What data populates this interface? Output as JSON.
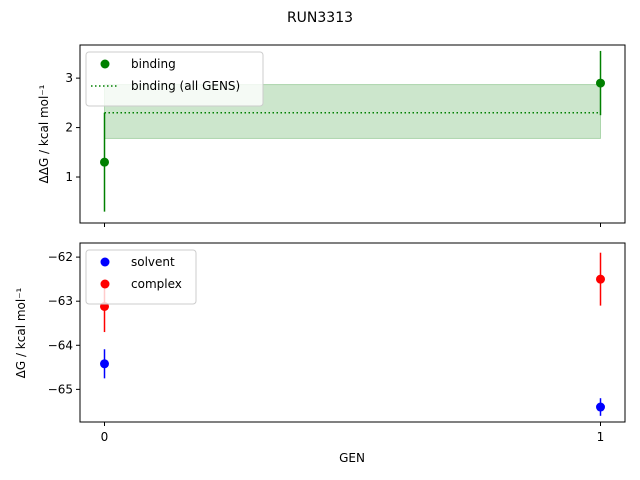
{
  "chart_data": {
    "title": "RUN3313",
    "xlabel": "GEN",
    "x_ticks": [
      0,
      1
    ],
    "panels": [
      {
        "type": "scatter",
        "ylabel": "ΔΔG / kcal mol⁻¹",
        "ylim": [
          0.07,
          3.67
        ],
        "yticks": [
          1,
          2,
          3
        ],
        "legend_position": "upper-left",
        "series": [
          {
            "name": "binding",
            "color": "#008000",
            "x": [
              0,
              1
            ],
            "y": [
              1.3,
              2.9
            ],
            "yerr": [
              1.0,
              0.65
            ]
          }
        ],
        "aggregate": {
          "name": "binding (all GENS)",
          "color": "#008000",
          "value": 2.3,
          "band": [
            1.78,
            2.87
          ]
        }
      },
      {
        "type": "scatter",
        "ylabel": "ΔG / kcal mol⁻¹",
        "ylim": [
          -65.74,
          -61.68
        ],
        "yticks": [
          -65,
          -64,
          -63,
          -62
        ],
        "legend_position": "upper-left",
        "series": [
          {
            "name": "solvent",
            "color": "#0000ff",
            "x": [
              0,
              1
            ],
            "y": [
              -64.42,
              -65.4
            ],
            "yerr": [
              0.33,
              0.2
            ]
          },
          {
            "name": "complex",
            "color": "#ff0000",
            "x": [
              0,
              1
            ],
            "y": [
              -63.12,
              -62.5
            ],
            "yerr": [
              0.58,
              0.6
            ]
          }
        ]
      }
    ]
  }
}
